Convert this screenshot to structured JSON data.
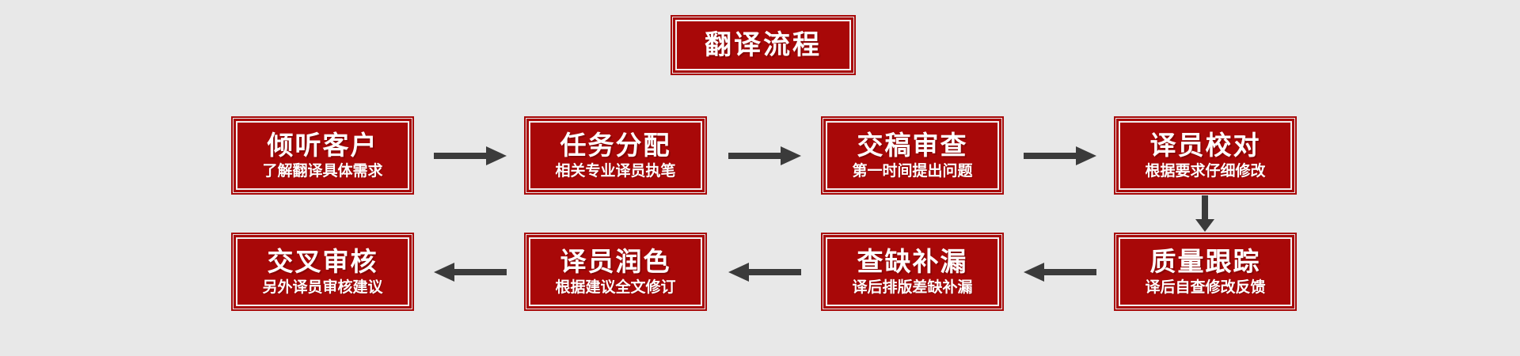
{
  "diagram": {
    "type": "flowchart",
    "background_color": "#e8e8e8",
    "accent_color": "#a80808",
    "arrow_color": "#3b3b3b",
    "text_color": "#ffffff",
    "banner": {
      "title": "翻译流程"
    },
    "steps": [
      {
        "index": 1,
        "title": "倾听客户",
        "subtitle": "了解翻译具体需求"
      },
      {
        "index": 2,
        "title": "任务分配",
        "subtitle": "相关专业译员执笔"
      },
      {
        "index": 3,
        "title": "交稿审查",
        "subtitle": "第一时间提出问题"
      },
      {
        "index": 4,
        "title": "译员校对",
        "subtitle": "根据要求仔细修改"
      },
      {
        "index": 5,
        "title": "质量跟踪",
        "subtitle": "译后自查修改反馈"
      },
      {
        "index": 6,
        "title": "查缺补漏",
        "subtitle": "译后排版差缺补漏"
      },
      {
        "index": 7,
        "title": "译员润色",
        "subtitle": "根据建议全文修订"
      },
      {
        "index": 8,
        "title": "交叉审核",
        "subtitle": "另外译员审核建议"
      }
    ],
    "connectors": [
      {
        "from": 1,
        "to": 2,
        "direction": "right"
      },
      {
        "from": 2,
        "to": 3,
        "direction": "right"
      },
      {
        "from": 3,
        "to": 4,
        "direction": "right"
      },
      {
        "from": 4,
        "to": 5,
        "direction": "down"
      },
      {
        "from": 5,
        "to": 6,
        "direction": "left"
      },
      {
        "from": 6,
        "to": 7,
        "direction": "left"
      },
      {
        "from": 7,
        "to": 8,
        "direction": "left"
      }
    ]
  }
}
